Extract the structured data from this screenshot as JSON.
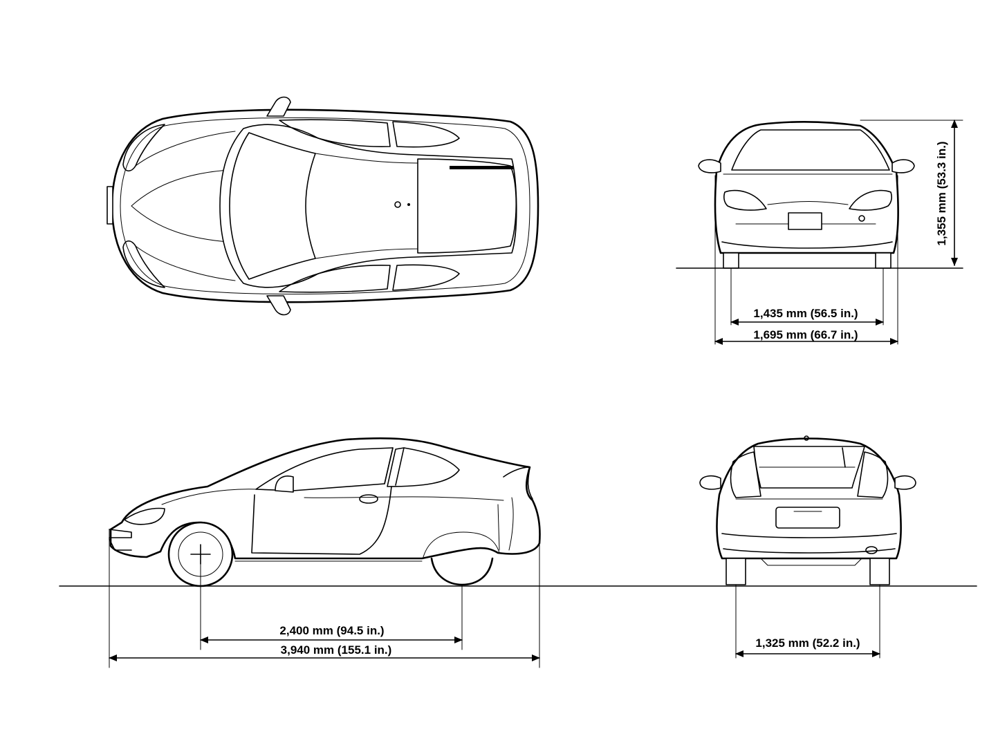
{
  "dimensions": {
    "height": "1,355 mm (53.3 in.)",
    "front_track": "1,435 mm (56.5 in.)",
    "overall_width": "1,695 mm (66.7 in.)",
    "wheelbase": "2,400 mm (94.5 in.)",
    "overall_length": "3,940 mm (155.1 in.)",
    "rear_track": "1,325 mm (52.2 in.)"
  },
  "colors": {
    "line": "#000000",
    "background": "#ffffff"
  }
}
